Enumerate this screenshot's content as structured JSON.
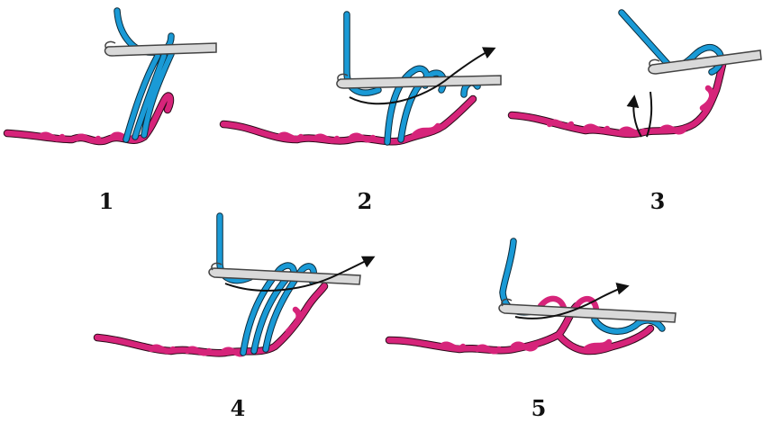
{
  "colors": {
    "working_yarn": "#1a9ad6",
    "chain_yarn": "#d6247a",
    "hook": "#d9d9d9"
  },
  "steps": [
    {
      "label": "1"
    },
    {
      "label": "2"
    },
    {
      "label": "3"
    },
    {
      "label": "4"
    },
    {
      "label": "5"
    }
  ]
}
